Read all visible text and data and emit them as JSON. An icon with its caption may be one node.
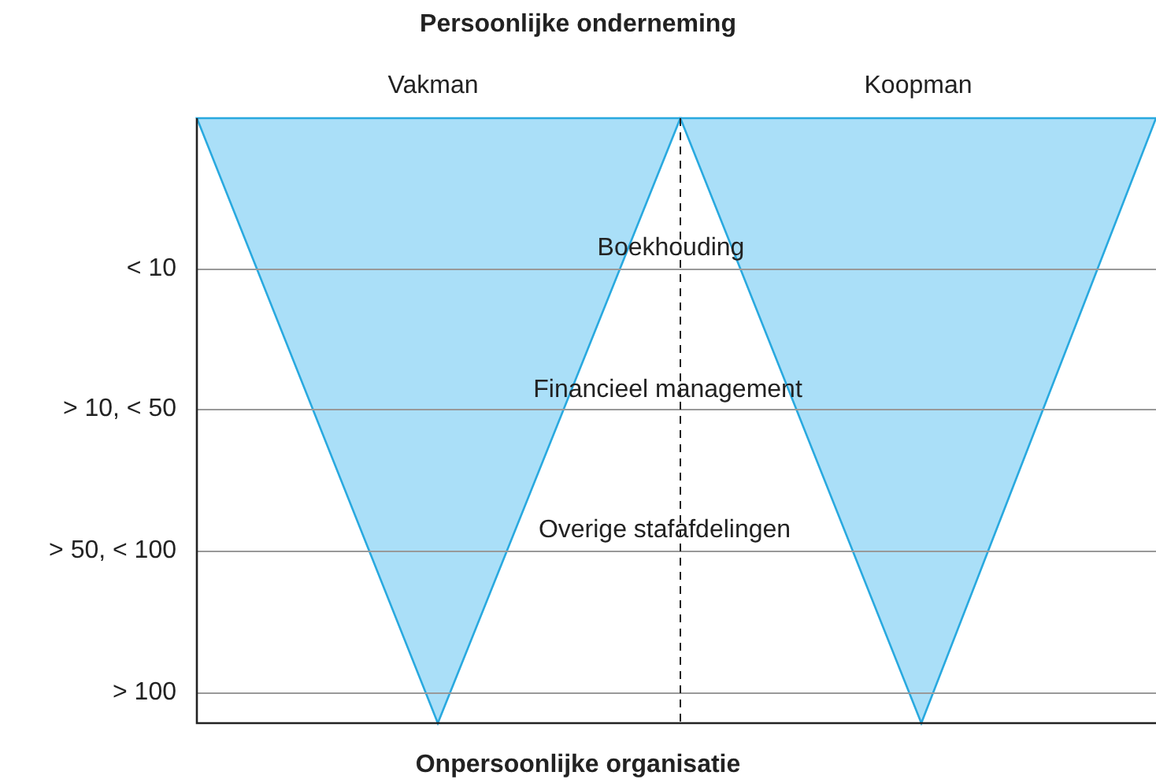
{
  "diagram": {
    "title": "Persoonlijke onderneming",
    "caption": "Onpersoonlijke organisatie",
    "labels": [
      "Vakman",
      "Koopman",
      "Boekhouding",
      "< 10",
      "Financieel management",
      "> 10, < 50",
      "Overige stafafdelingen",
      "> 50, < 100",
      "> 100"
    ]
  }
}
